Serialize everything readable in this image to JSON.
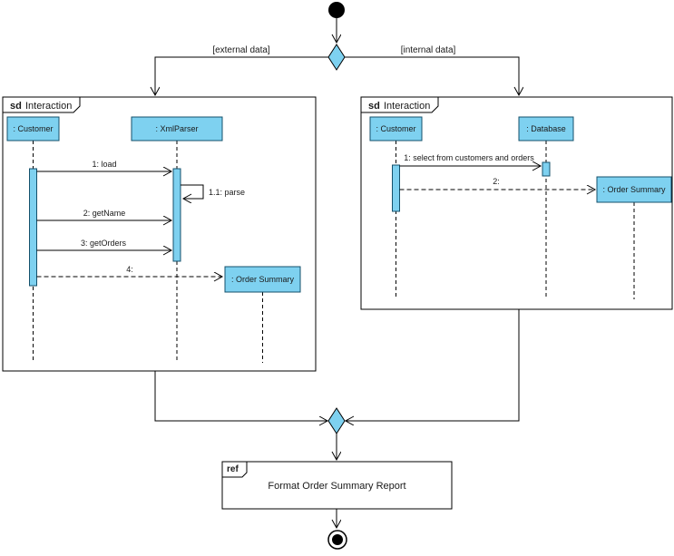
{
  "branches": {
    "external": "[external data]",
    "internal": "[internal data]"
  },
  "left_frame": {
    "tab_keyword": "sd",
    "tab_type": "Interaction",
    "lifelines": {
      "customer": ": Customer",
      "xml_parser": ": XmlParser",
      "order_summary": ": Order Summary"
    },
    "messages": {
      "load": "1: load",
      "parse": "1.1: parse",
      "get_name": "2: getName",
      "get_orders": "3: getOrders",
      "result": "4:"
    }
  },
  "right_frame": {
    "tab_keyword": "sd",
    "tab_type": "Interaction",
    "lifelines": {
      "customer": ": Customer",
      "database": ": Database",
      "order_summary": ": Order Summary"
    },
    "messages": {
      "select": "1: select from customers and orders",
      "result": "2:"
    }
  },
  "ref_frame": {
    "tab_keyword": "ref",
    "label": "Format Order Summary Report"
  },
  "colors": {
    "shape_fill": "#7ED1F0",
    "shape_border": "#14506B",
    "line": "#000000"
  }
}
